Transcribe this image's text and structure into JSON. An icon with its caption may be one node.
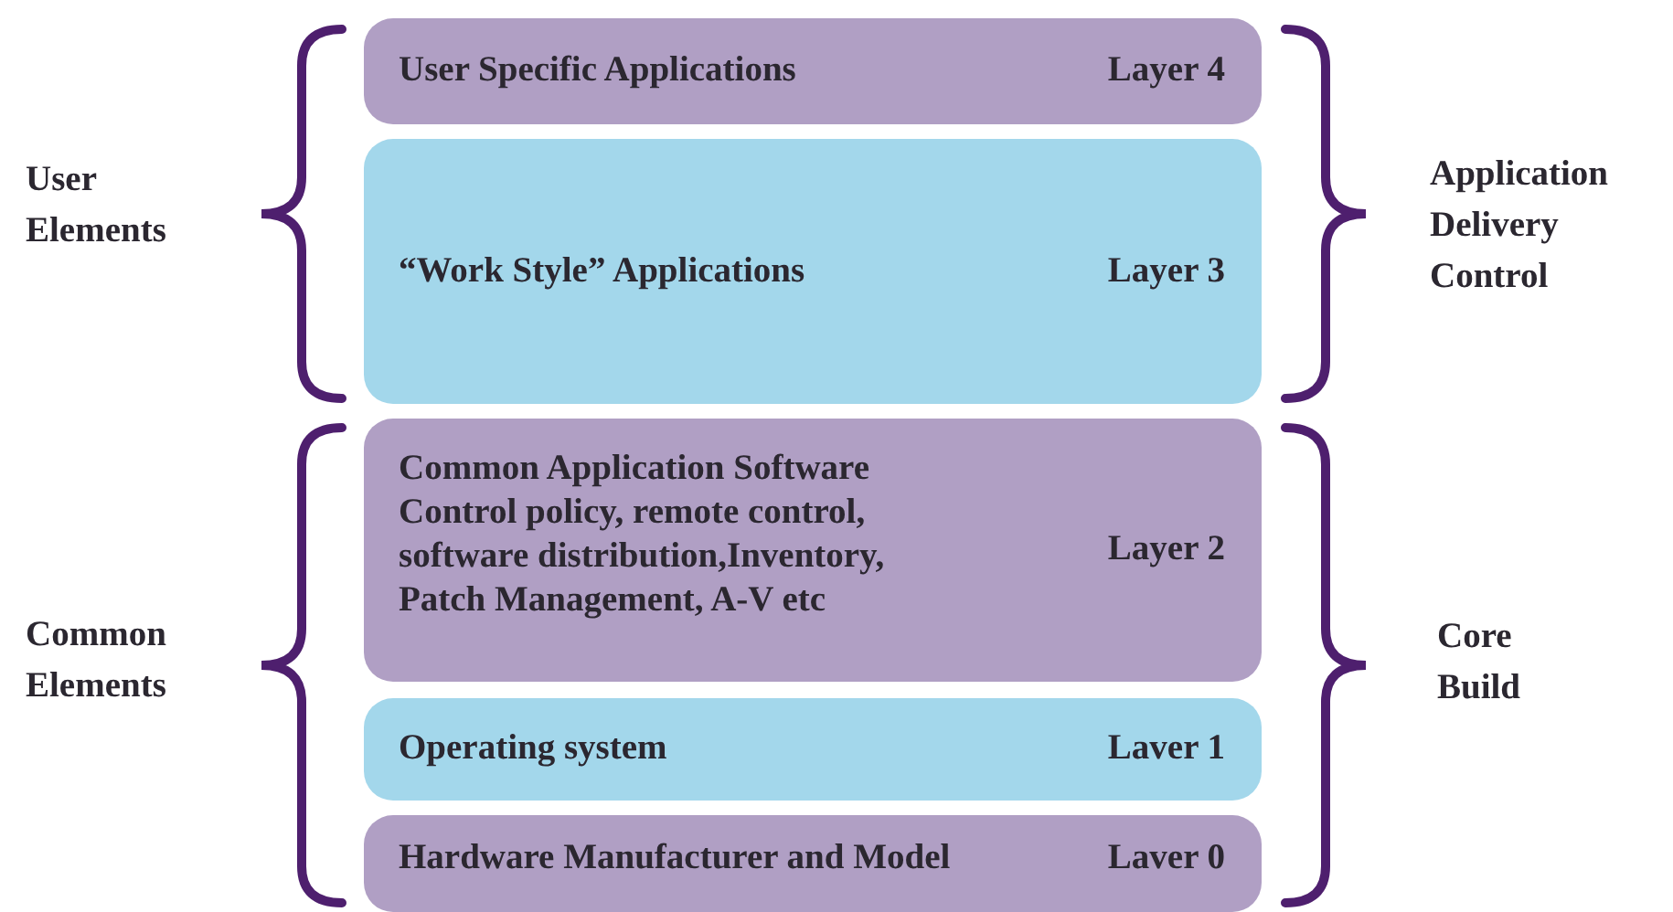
{
  "diagram": {
    "nodes": [
      {
        "text": [
          "User Specific Applications",
          "Layer 4"
        ]
      },
      {
        "text": [
          "“Work Style” Applications",
          "Layer 3"
        ]
      },
      {
        "text": [
          "Common Application Software",
          "Control policy, remote control, software distribution,Inventory, Patch Management, A-V etc",
          "Layer 2"
        ]
      },
      {
        "text": [
          "Operating system",
          "Laver 1"
        ]
      },
      {
        "text": [
          "Hardware Manufacturer and Model",
          "Laver 0"
        ]
      }
    ],
    "labels": [
      "User Elements",
      "Application Delivery Control",
      "Common Elements",
      "Core Build"
    ]
  }
}
